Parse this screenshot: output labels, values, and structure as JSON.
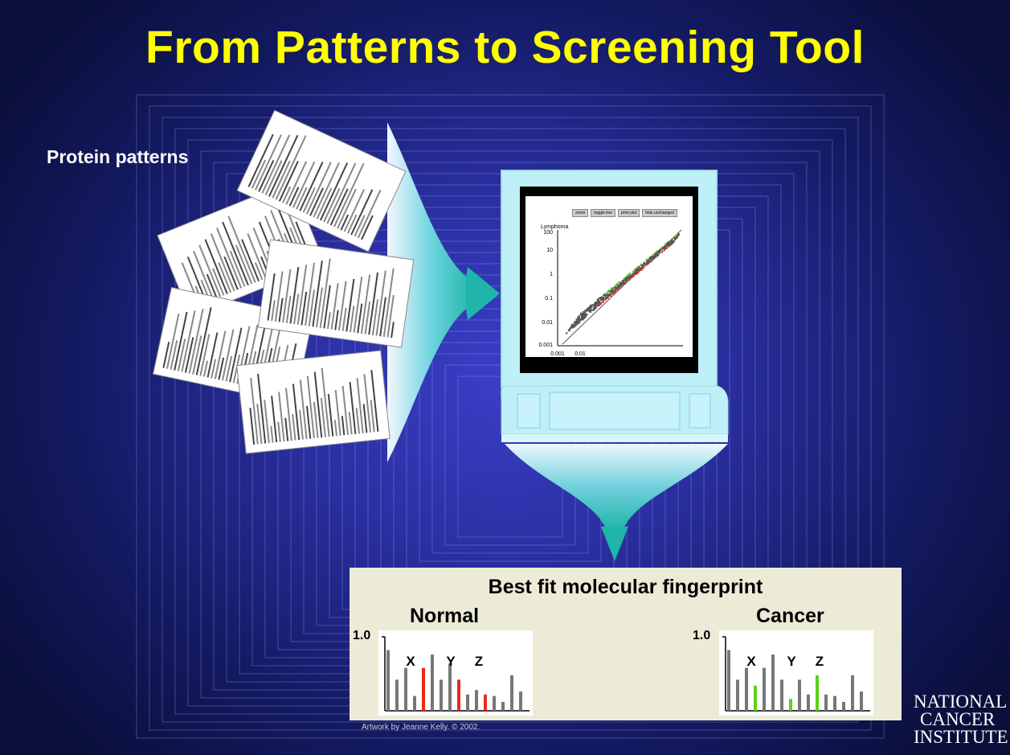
{
  "title": "From Patterns to Screening Tool",
  "left_label": "Protein patterns",
  "monitor": {
    "toolbar": [
      "zoom",
      "toggle line",
      "print plot",
      "hide unchanged"
    ],
    "scatter_ylabel": "Lymphoma",
    "y_ticks": [
      "100",
      "10",
      "1",
      "0.1",
      "0.01",
      "0.001"
    ],
    "x_ticks": [
      "0.001",
      "0.01"
    ]
  },
  "fingerprint": {
    "title": "Best fit molecular fingerprint",
    "normal": {
      "label": "Normal",
      "ytick": "1.0",
      "markers": [
        "X",
        "Y",
        "Z"
      ],
      "values": [
        0.82,
        0.42,
        0.58,
        0.2,
        0.58,
        0.76,
        0.42,
        0.64,
        0.42,
        0.22,
        0.28,
        0.22,
        0.2,
        0.12,
        0.48,
        0.26
      ],
      "highlight_color": "#e82a1a",
      "highlight_idx": [
        4,
        8,
        11
      ]
    },
    "cancer": {
      "label": "Cancer",
      "ytick": "1.0",
      "markers": [
        "X",
        "Y",
        "Z"
      ],
      "values": [
        0.82,
        0.42,
        0.58,
        0.34,
        0.58,
        0.76,
        0.42,
        0.16,
        0.42,
        0.22,
        0.48,
        0.22,
        0.2,
        0.12,
        0.48,
        0.26
      ],
      "highlight_color": "#5fd11a",
      "highlight_idx": [
        3,
        7,
        10
      ]
    }
  },
  "credit": "Artwork by Jeanne Kelly. © 2002.",
  "logo": [
    "NATIONAL",
    "CANCER",
    "INSTITUTE"
  ],
  "colors": {
    "title": "#ffff00",
    "accent_teal": "#1fb5a8",
    "monitor": "#bff0f8"
  }
}
